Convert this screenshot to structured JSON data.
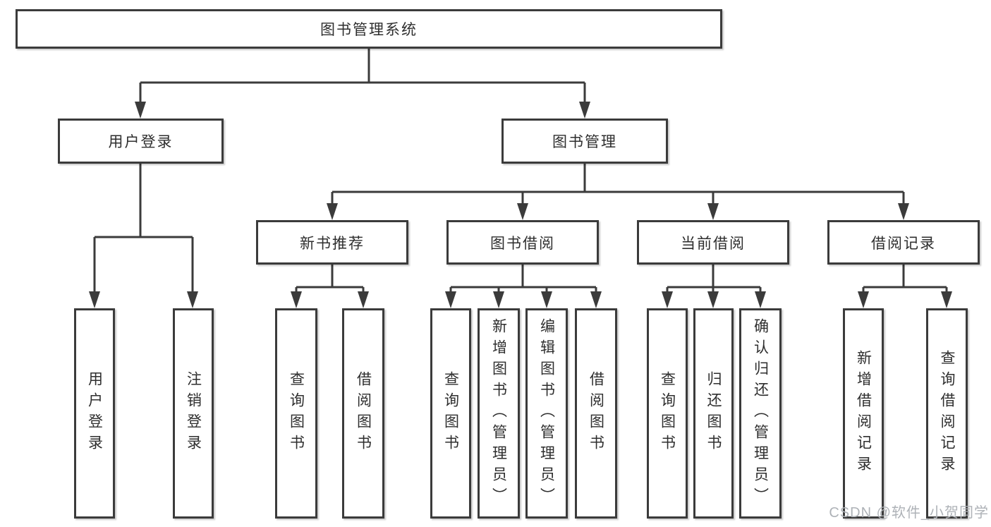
{
  "root": {
    "label": "图书管理系统"
  },
  "level2": {
    "user": {
      "label": "用户登录"
    },
    "book": {
      "label": "图书管理"
    }
  },
  "level3": {
    "newbooks": {
      "label": "新书推荐"
    },
    "borrow": {
      "label": "图书借阅"
    },
    "current": {
      "label": "当前借阅"
    },
    "records": {
      "label": "借阅记录"
    }
  },
  "leaves": {
    "user_login": {
      "label": "用户登录"
    },
    "user_logout": {
      "label": "注销登录"
    },
    "nb_query": {
      "label": "查询图书"
    },
    "nb_borrow": {
      "label": "借阅图书"
    },
    "bb_query": {
      "label": "查询图书"
    },
    "bb_add": {
      "label": "新增图书（管理员）"
    },
    "bb_edit": {
      "label": "编辑图书（管理员）"
    },
    "bb_borrow": {
      "label": "借阅图书"
    },
    "cb_query": {
      "label": "查询图书"
    },
    "cb_return": {
      "label": "归还图书"
    },
    "cb_confirm": {
      "label": "确认归还（管理员）"
    },
    "br_add": {
      "label": "新增借阅记录"
    },
    "br_query": {
      "label": "查询借阅记录"
    }
  },
  "watermark": "CSDN @软件_小贺同学",
  "colors": {
    "line": "#3b3b3b",
    "text": "#2e2e2e",
    "watermark": "#aeb2b7",
    "background": "#ffffff"
  }
}
